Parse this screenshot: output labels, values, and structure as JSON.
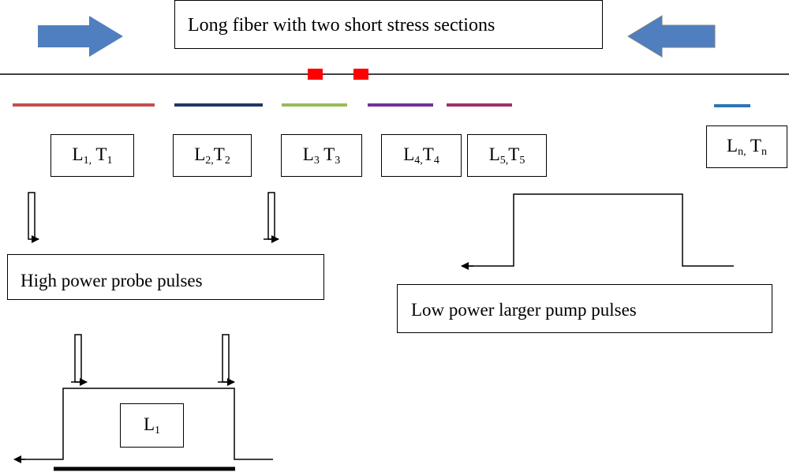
{
  "title": "Long fiber with two short stress sections",
  "colors": {
    "arrow_fill": "#4f7fbf",
    "stress_section": "#ff0000",
    "segments": [
      "#c0504d",
      "#1f3864",
      "#9bbb59",
      "#7030a0",
      "#a0306a",
      "#2e75b6"
    ]
  },
  "sections": [
    {
      "name": "L1-T1",
      "L": "L",
      "Lsub": "1,",
      "T": "T",
      "Tsub": "1"
    },
    {
      "name": "L2-T2",
      "L": "L",
      "Lsub": "2,",
      "T": "T",
      "Tsub": "2"
    },
    {
      "name": "L3-T3",
      "L": "L",
      "Lsub": "3",
      "T": "T",
      "Tsub": "3"
    },
    {
      "name": "L4-T4",
      "L": "L",
      "Lsub": "4,",
      "T": "T",
      "Tsub": "4"
    },
    {
      "name": "L5-T5",
      "L": "L",
      "Lsub": "5,",
      "T": "T",
      "Tsub": "5"
    },
    {
      "name": "Ln-Tn",
      "L": "L",
      "Lsub": "n,",
      "T": "T",
      "Tsub": "n"
    }
  ],
  "probe_label": "High power probe pulses",
  "pump_label": "Low power larger pump pulses",
  "bottom_label": {
    "L": "L",
    "sub": "1"
  }
}
